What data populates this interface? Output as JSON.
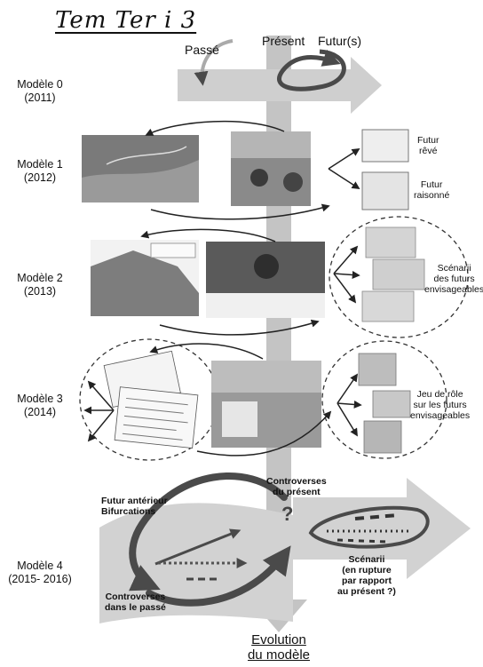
{
  "title": "Tem Ter i 3",
  "time_labels": {
    "past": "Passé",
    "present": "Présent",
    "future": "Futur(s)"
  },
  "models": [
    {
      "name": "Modèle 0",
      "year": "(2011)"
    },
    {
      "name": "Modèle 1",
      "year": "(2012)"
    },
    {
      "name": "Modèle 2",
      "year": "(2013)"
    },
    {
      "name": "Modèle 3",
      "year": "(2014)"
    },
    {
      "name": "Modèle 4",
      "year": "(2015- 2016)"
    }
  ],
  "m1": {
    "future_dreamed": [
      "Futur",
      "rêvé"
    ],
    "future_reasoned": [
      "Futur",
      "raisonné"
    ]
  },
  "m2": {
    "scenarios": [
      "Scénarii",
      "des futurs",
      "envisageables"
    ]
  },
  "m3": {
    "roleplay": [
      "Jeu de rôle",
      "sur les futurs",
      "envisageables"
    ]
  },
  "m4": {
    "future_anterior": [
      "Futur antérieur",
      "Bifurcations"
    ],
    "present_controversies": [
      "Controverses",
      "du présent"
    ],
    "question": "?",
    "scenarios": [
      "Scénarii",
      "(en rupture",
      "par rapport",
      "au présent ?)"
    ],
    "past_controversies": [
      "Controverses",
      "dans le passé"
    ]
  },
  "footer": [
    "Evolution",
    "du modèle"
  ],
  "colors": {
    "bar": "#c4c4c4",
    "band": "#d2d2d2",
    "arrow": "#4a4a4a",
    "dash": "#333333"
  }
}
